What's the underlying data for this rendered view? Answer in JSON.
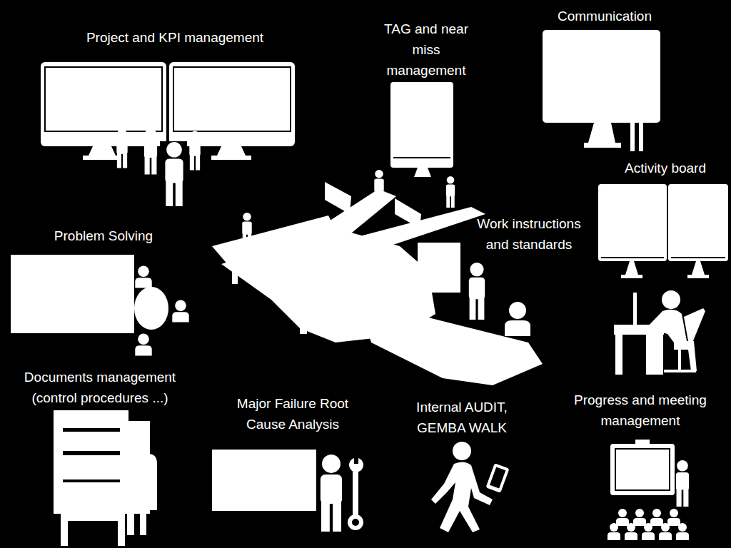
{
  "diagram": {
    "labels": [
      "Project and KPI management",
      "TAG and near miss management",
      "Communication",
      "Activity board",
      "Problem Solving",
      "Work instructions and standards",
      "Documents management (control procedures ...)",
      "Major Failure Root Cause Analysis",
      "Internal AUDIT, GEMBA WALK",
      "Progress and meeting management"
    ]
  }
}
